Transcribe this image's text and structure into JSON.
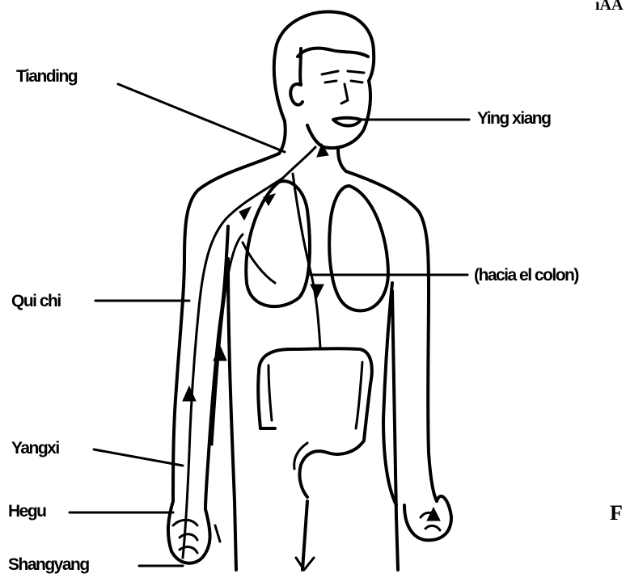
{
  "diagram": {
    "labels": {
      "tianding": "Tianding",
      "ying_xiang": "Ying xiang",
      "hacia_el_colon": "(hacia el colon)",
      "qui_chi": "Qui chi",
      "yangxi": "Yangxi",
      "hegu": "Hegu",
      "shangyang": "Shangyang"
    },
    "corner_text_top": "ıAA",
    "corner_text_right": "F"
  },
  "colors": {
    "ink": "#000000",
    "background": "#ffffff"
  }
}
